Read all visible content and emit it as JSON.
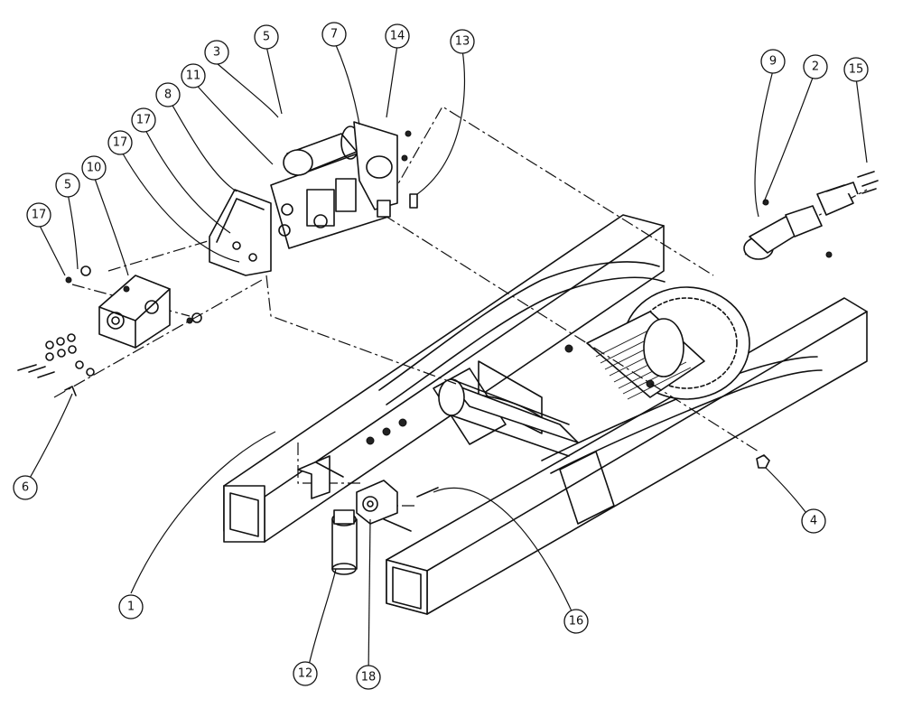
{
  "callouts": [
    {
      "id": "c1",
      "label": "1"
    },
    {
      "id": "c2",
      "label": "2"
    },
    {
      "id": "c3",
      "label": "3"
    },
    {
      "id": "c4",
      "label": "4"
    },
    {
      "id": "c5a",
      "label": "5"
    },
    {
      "id": "c5b",
      "label": "5"
    },
    {
      "id": "c6",
      "label": "6"
    },
    {
      "id": "c7",
      "label": "7"
    },
    {
      "id": "c8",
      "label": "8"
    },
    {
      "id": "c9",
      "label": "9"
    },
    {
      "id": "c10",
      "label": "10"
    },
    {
      "id": "c11",
      "label": "11"
    },
    {
      "id": "c12",
      "label": "12"
    },
    {
      "id": "c13",
      "label": "13"
    },
    {
      "id": "c14",
      "label": "14"
    },
    {
      "id": "c15",
      "label": "15"
    },
    {
      "id": "c16",
      "label": "16"
    },
    {
      "id": "c17a",
      "label": "17"
    },
    {
      "id": "c17b",
      "label": "17"
    },
    {
      "id": "c17c",
      "label": "17"
    },
    {
      "id": "c18",
      "label": "18"
    }
  ]
}
